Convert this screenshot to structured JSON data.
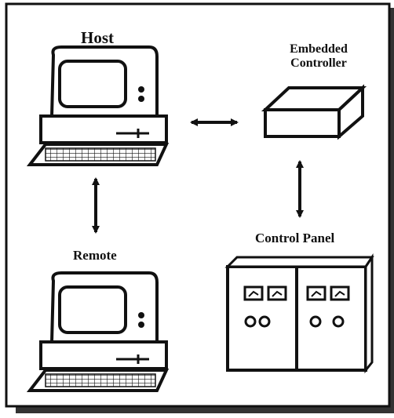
{
  "labels": {
    "host": "Host",
    "remote": "Remote",
    "embedded_controller_line1": "Embedded",
    "embedded_controller_line2": "Controller",
    "control_panel": "Control Panel"
  },
  "icons": {
    "host": "computer-terminal-icon",
    "remote": "computer-terminal-icon",
    "embedded_controller": "controller-box-icon",
    "control_panel": "control-cabinet-icon"
  },
  "colors": {
    "ink": "#111111",
    "background": "#ffffff"
  }
}
